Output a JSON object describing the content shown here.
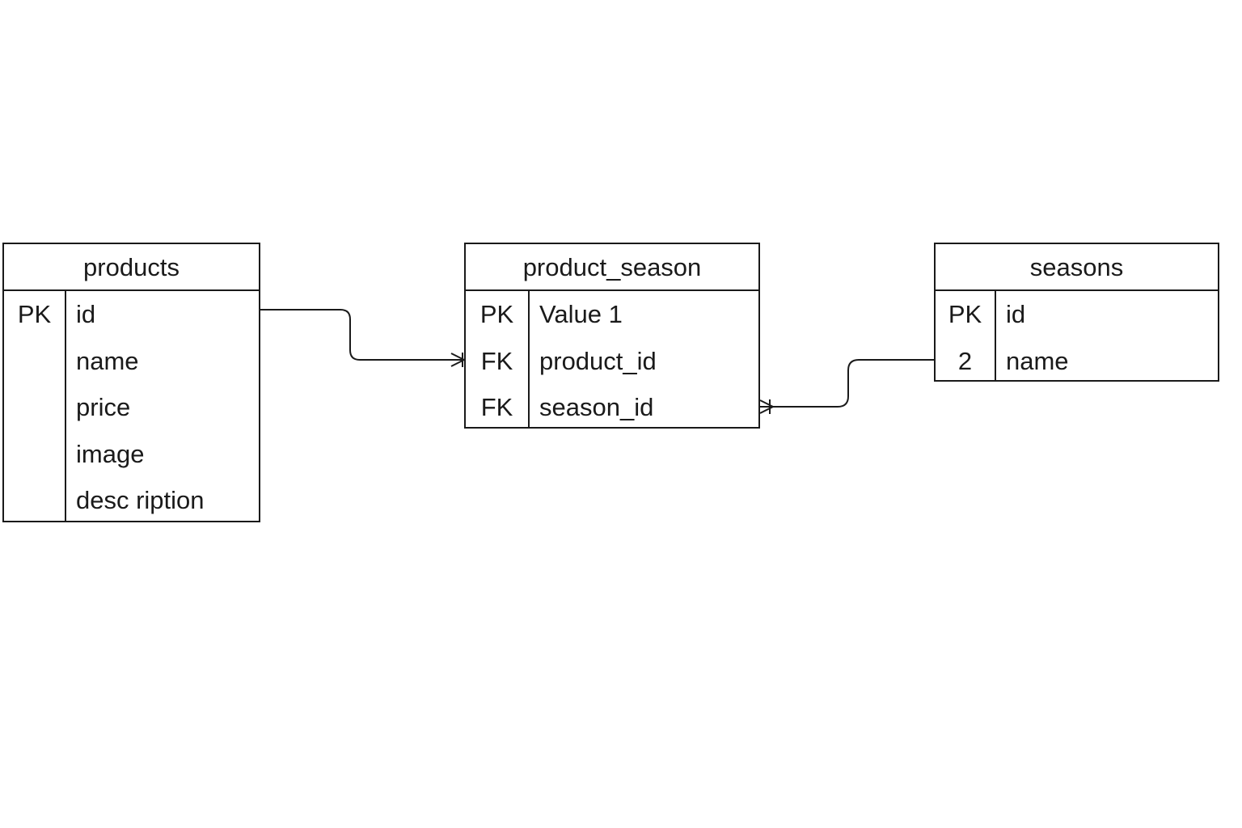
{
  "entities": {
    "products": {
      "title": "products",
      "rows": [
        {
          "key": "PK",
          "name": "id"
        },
        {
          "key": "",
          "name": "name"
        },
        {
          "key": "",
          "name": "price"
        },
        {
          "key": "",
          "name": "image"
        },
        {
          "key": "",
          "name": "desc ription"
        }
      ]
    },
    "product_season": {
      "title": "product_season",
      "rows": [
        {
          "key": "PK",
          "name": "Value 1"
        },
        {
          "key": "FK",
          "name": "product_id"
        },
        {
          "key": "FK",
          "name": "season_id"
        }
      ]
    },
    "seasons": {
      "title": "seasons",
      "rows": [
        {
          "key": "PK",
          "name": "id"
        },
        {
          "key": "2",
          "name": "name"
        }
      ]
    }
  },
  "relationships": [
    {
      "from": "products.id",
      "to": "product_season.product_id",
      "from_cardinality": "one",
      "to_cardinality": "one-or-many"
    },
    {
      "from": "seasons.name",
      "to": "product_season.season_id",
      "from_cardinality": "one",
      "to_cardinality": "one-or-many"
    }
  ]
}
